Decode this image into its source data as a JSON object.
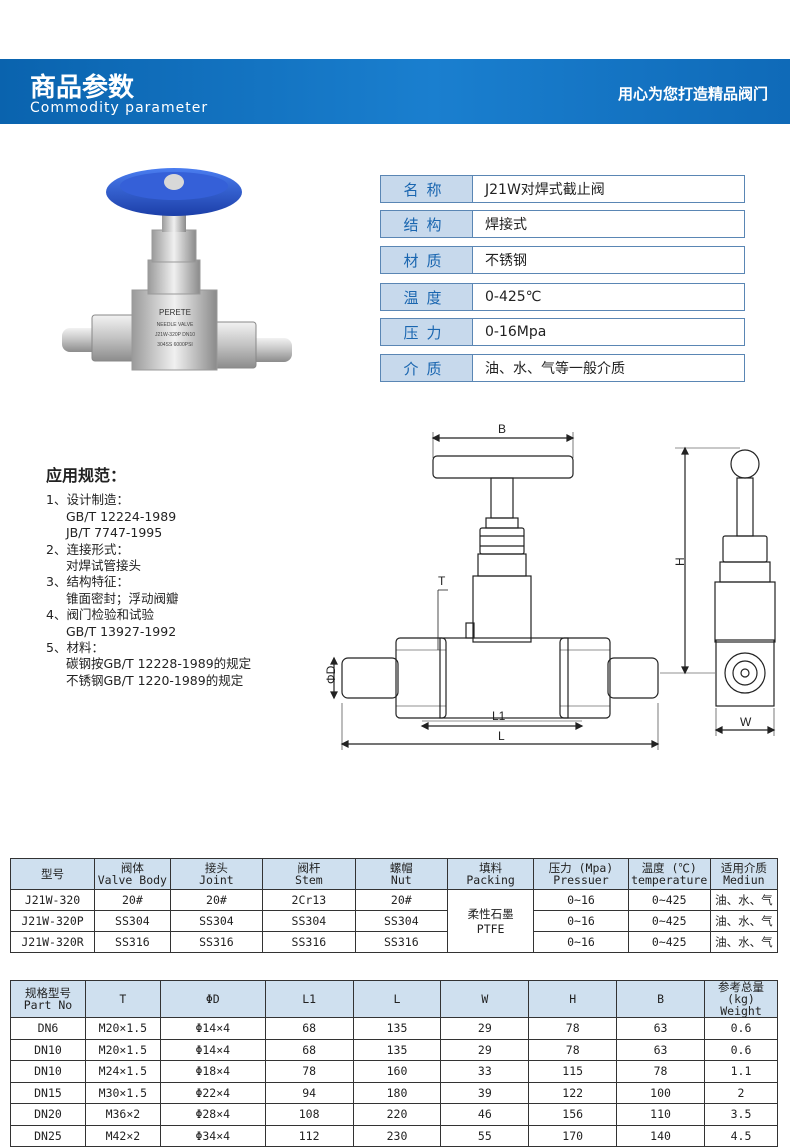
{
  "banner": {
    "title": "商品参数",
    "subtitle": "Commodity parameter",
    "slogan": "用心为您打造精品阀门"
  },
  "specs": [
    {
      "key": "名称",
      "value": "J21W对焊式截止阀"
    },
    {
      "key": "结构",
      "value": "焊接式"
    },
    {
      "key": "材质",
      "value": "不锈钢"
    },
    {
      "key": "温度",
      "value": "0-425℃"
    },
    {
      "key": "压力",
      "value": "0-16Mpa"
    },
    {
      "key": "介质",
      "value": "油、水、气等一般介质"
    }
  ],
  "product_label": {
    "brand": "PERETE",
    "line1": "NEEDLE VALVE",
    "line2": "J21W-320P DN10",
    "line3": "304SS  6000PSI"
  },
  "application": {
    "heading": "应用规范：",
    "lines": [
      "1、设计制造：",
      "GB/T 12224-1989",
      "JB/T  7747-1995",
      "2、连接形式：",
      "对焊试管接头",
      "3、结构特征：",
      "锥面密封；浮动阀瓣",
      "4、阀门检验和试验",
      "GB/T 13927-1992",
      "5、材料：",
      "碳钢按GB/T 12228-1989的规定",
      "不锈钢GB/T  1220-1989的规定"
    ]
  },
  "drawing": {
    "B": "B",
    "H": "H",
    "T": "T",
    "D": "ΦD",
    "L1": "L1",
    "L": "L",
    "W": "W"
  },
  "table1": {
    "headers": [
      [
        "型号",
        ""
      ],
      [
        "阀体",
        "Valve Body"
      ],
      [
        "接头",
        "Joint"
      ],
      [
        "阀杆",
        "Stem"
      ],
      [
        "螺帽",
        "Nut"
      ],
      [
        "填料",
        "Packing"
      ],
      [
        "压力 (Mpa)",
        "Pressuer"
      ],
      [
        "温度 (℃)",
        "temperature"
      ],
      [
        "适用介质",
        "Mediun"
      ]
    ],
    "rows": [
      [
        "J21W-320",
        "20#",
        "20#",
        "2Cr13",
        "20#",
        "0~16",
        "0~425",
        "油、水、气"
      ],
      [
        "J21W-320P",
        "SS304",
        "SS304",
        "SS304",
        "SS304",
        "0~16",
        "0~425",
        "油、水、气"
      ],
      [
        "J21W-320R",
        "SS316",
        "SS316",
        "SS316",
        "SS316",
        "0~16",
        "0~425",
        "油、水、气"
      ]
    ],
    "packing": [
      "柔性石墨",
      "PTFE"
    ]
  },
  "table2": {
    "headers": [
      [
        "规格型号",
        "Part No"
      ],
      [
        "T",
        ""
      ],
      [
        "ΦD",
        ""
      ],
      [
        "L1",
        ""
      ],
      [
        "L",
        ""
      ],
      [
        "W",
        ""
      ],
      [
        "H",
        ""
      ],
      [
        "B",
        ""
      ],
      [
        "参考总量 (kg)",
        "Weight"
      ]
    ],
    "rows": [
      [
        "DN6",
        "M20×1.5",
        "Φ14×4",
        "68",
        "135",
        "29",
        "78",
        "63",
        "0.6"
      ],
      [
        "DN10",
        "M20×1.5",
        "Φ14×4",
        "68",
        "135",
        "29",
        "78",
        "63",
        "0.6"
      ],
      [
        "DN10",
        "M24×1.5",
        "Φ18×4",
        "78",
        "160",
        "33",
        "115",
        "78",
        "1.1"
      ],
      [
        "DN15",
        "M30×1.5",
        "Φ22×4",
        "94",
        "180",
        "39",
        "122",
        "100",
        "2"
      ],
      [
        "DN20",
        "M36×2",
        "Φ28×4",
        "108",
        "220",
        "46",
        "156",
        "110",
        "3.5"
      ],
      [
        "DN25",
        "M42×2",
        "Φ34×4",
        "112",
        "230",
        "55",
        "170",
        "140",
        "4.5"
      ]
    ]
  },
  "colors": {
    "banner": "#1a7fcf",
    "label_bg": "#c7d9ec",
    "label_text": "#1a66b0",
    "handwheel": "#2b56c9"
  }
}
